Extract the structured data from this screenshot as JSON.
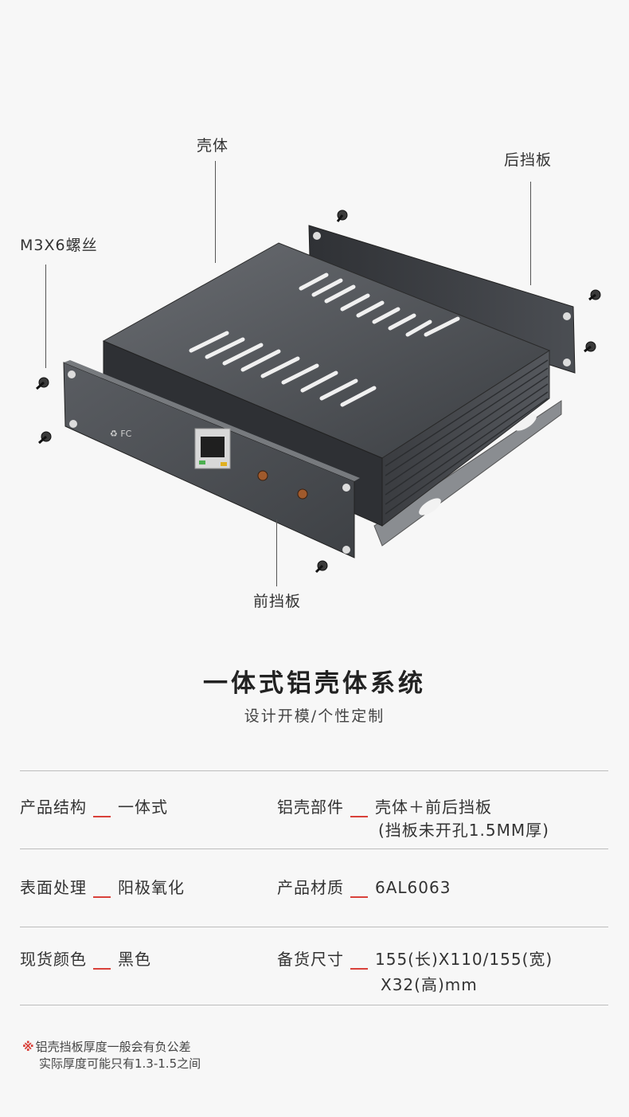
{
  "callouts": {
    "shell": "壳体",
    "rear_panel": "后挡板",
    "screw": "M3X6螺丝",
    "front_panel": "前挡板"
  },
  "heading": {
    "title": "一体式铝壳体系统",
    "subtitle": "设计开模/个性定制"
  },
  "specs": [
    {
      "label": "产品结构",
      "value": "一体式"
    },
    {
      "label": "铝壳部件",
      "value": "壳体＋前后挡板",
      "value_line2": "(挡板未开孔1.5MM厚)"
    },
    {
      "label": "表面处理",
      "value": "阳极氧化"
    },
    {
      "label": "产品材质",
      "value": "6AL6063"
    },
    {
      "label": "现货颜色",
      "value": "黑色"
    },
    {
      "label": "备货尺寸",
      "value": "155(长)X110/155(宽)",
      "value_line2": "X32(高)mm"
    }
  ],
  "note": {
    "mark": "※",
    "line1": "铝壳挡板厚度一般会有负公差",
    "line2": "实际厚度可能只有1.3-1.5之间"
  },
  "colors": {
    "accent": "#d9413a",
    "housing": "#4a4d52",
    "background": "#f7f7f7"
  }
}
